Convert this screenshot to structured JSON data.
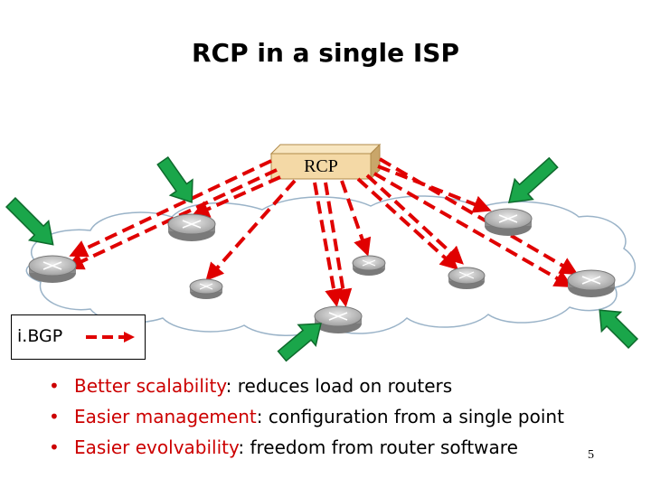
{
  "slide": {
    "title": "RCP in a single ISP",
    "page_number": "5"
  },
  "diagram": {
    "rcp_label": "RCP",
    "legend_label": "i.BGP",
    "colors": {
      "session_arrow": "#e00000",
      "input_arrow": "#1aa64a",
      "cloud_stroke": "#9ab3c8",
      "rcp_box": "#f4d9a6"
    }
  },
  "bullets": [
    {
      "highlight": "Better scalability",
      "rest": ": reduces load on routers"
    },
    {
      "highlight": "Easier management",
      "rest": ": configuration from a single point"
    },
    {
      "highlight": "Easier evolvability",
      "rest": ": freedom from router software"
    }
  ]
}
